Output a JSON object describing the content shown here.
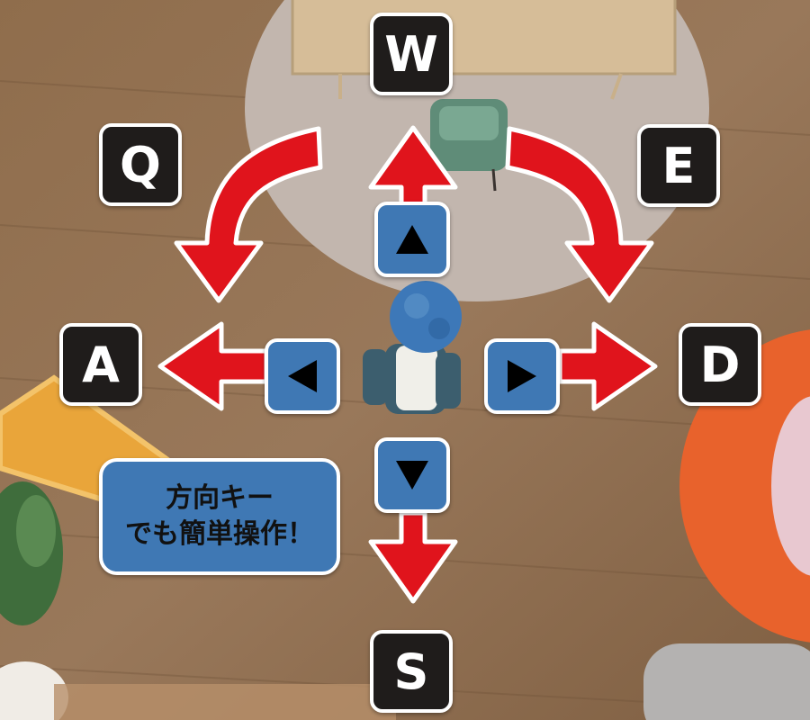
{
  "keys": {
    "w": "W",
    "q": "Q",
    "e": "E",
    "a": "A",
    "d": "D",
    "s": "S"
  },
  "arrow_keys": {
    "up": "up-triangle-icon",
    "down": "down-triangle-icon",
    "left": "left-triangle-icon",
    "right": "right-triangle-icon"
  },
  "tip": {
    "line1": "方向キー",
    "line2": "でも簡単操作！"
  },
  "colors": {
    "key_bg": "#1f1c1b",
    "arrow_key_bg": "#3f78b4",
    "arrow_red": "#e0141c",
    "outline": "#ffffff",
    "floor": "#8a6a4a",
    "rug": "#c2b6ae",
    "orange_rug": "#e8622c"
  }
}
